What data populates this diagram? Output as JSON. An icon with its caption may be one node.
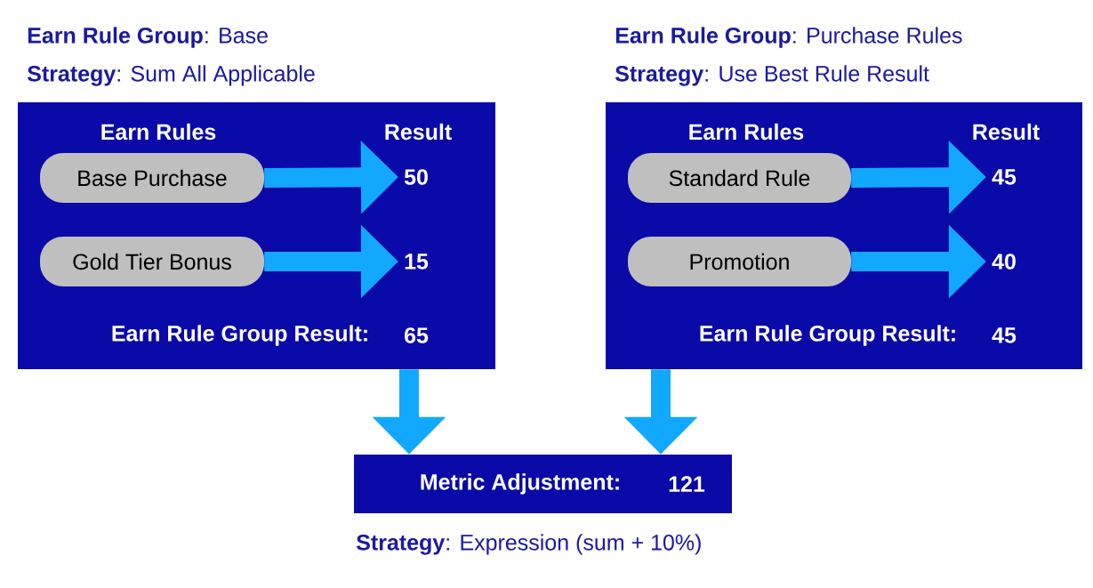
{
  "diagram": {
    "nodes": [
      {
        "text": [
          "**Earn Rule Group**: Base",
          "**Strategy**: Sum All Applicable",
          "Earn Rules",
          "Result",
          "Earn Rule Group Result:",
          "65"
        ]
      },
      {
        "text": [
          "Base Purchase"
        ],
        "in": 0
      },
      {
        "text": [
          "50"
        ],
        "in": 0
      },
      {
        "text": [
          "Gold Tier Bonus"
        ],
        "in": 0
      },
      {
        "text": [
          "15"
        ],
        "in": 0
      },
      {
        "text": [
          "**Earn Rule Group**: Purchase Rules",
          "**Strategy**: Use Best Rule Result",
          "Earn Rules",
          "Result",
          "Earn Rule Group Result:",
          "45"
        ]
      },
      {
        "text": [
          "Standard Rule"
        ],
        "in": 5
      },
      {
        "text": [
          "45"
        ],
        "in": 5
      },
      {
        "text": [
          "Promotion"
        ],
        "in": 5
      },
      {
        "text": [
          "40"
        ],
        "in": 5
      },
      {
        "text": [
          "Metric Adjustment:",
          "121"
        ],
        "beside": [
          "**Strategy**: Expression (sum + 10%)"
        ]
      }
    ],
    "edges": [
      {
        "from": 1,
        "to": 2,
        "arrow": "to"
      },
      {
        "from": 3,
        "to": 4,
        "arrow": "to"
      },
      {
        "from": 6,
        "to": 7,
        "arrow": "to"
      },
      {
        "from": 8,
        "to": 9,
        "arrow": "to"
      },
      {
        "from": 0,
        "to": 10,
        "arrow": "to"
      },
      {
        "from": 5,
        "to": 10,
        "arrow": "to"
      }
    ]
  }
}
